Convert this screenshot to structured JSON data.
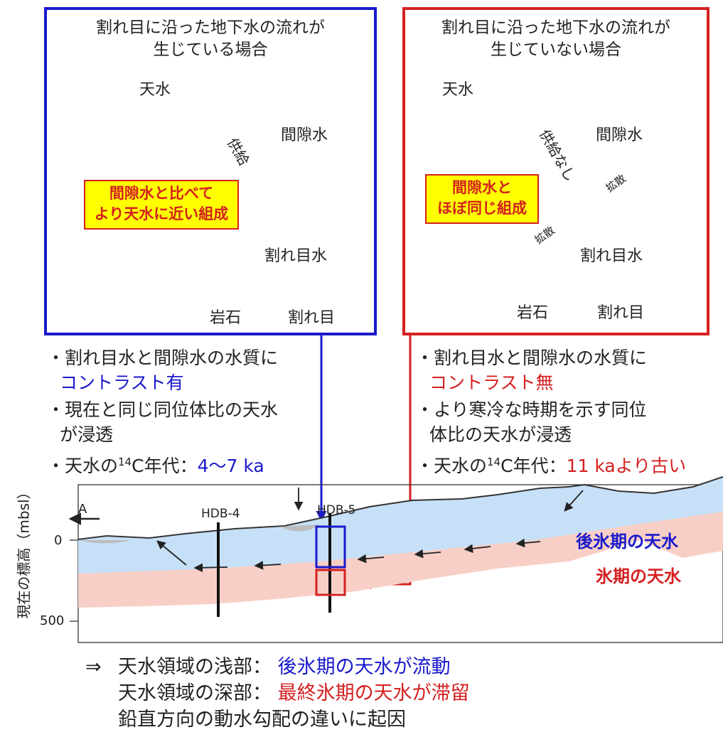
{
  "left_panel": {
    "title_line1": "割れ目に沿った地下水の流れが",
    "title_line2": "生じている場合",
    "meteoric_label": "天水",
    "supply_label": "供給",
    "pore_water_label": "間隙水",
    "callout_line1": "間隙水と比べて",
    "callout_line2": "より天水に近い組成",
    "fracture_water_label": "割れ目水",
    "rock_label": "岩石",
    "fracture_label": "割れ目"
  },
  "right_panel": {
    "title_line1": "割れ目に沿った地下水の流れが",
    "title_line2": "生じていない場合",
    "meteoric_label": "天水",
    "supply_label": "供給なし",
    "pore_water_label": "間隙水",
    "diffusion_label": "拡散",
    "callout_line1": "間隙水と",
    "callout_line2": "ほぼ同じ組成",
    "fracture_water_label": "割れ目水",
    "rock_label": "岩石",
    "fracture_label": "割れ目"
  },
  "left_bullets": {
    "b1_line1": "・割れ目水と間隙水の水質に",
    "b1_line2": "コントラスト有",
    "b2_line1": "・現在と同じ同位体比の天水",
    "b2_line2": "が浸透",
    "b3_prefix": "・天水の",
    "b3_sup": "14",
    "b3_mid": "C年代：",
    "b3_value": "4〜7 ka"
  },
  "right_bullets": {
    "b1_line1": "・割れ目水と間隙水の水質に",
    "b1_line2": "コントラスト無",
    "b2_line1": "・より寒冷な時期を示す同位",
    "b2_line2": "体比の天水が浸透",
    "b3_prefix": "・天水の",
    "b3_sup": "14",
    "b3_mid": "C年代：",
    "b3_value": "11 kaより古い"
  },
  "section": {
    "ylabel": "現在の標高（mbsl）",
    "tick_0": "0",
    "tick_500": "500",
    "direction_label": "A",
    "borehole_4": "HDB-4",
    "borehole_5": "HDB-5",
    "postglacial_label": "後氷期の天水",
    "glacial_label": "氷期の天水"
  },
  "conclusion": {
    "arrow": "⇒",
    "line1_prefix": "天水領域の浅部：",
    "line1_value": "後氷期の天水が流動",
    "line2_prefix": "天水領域の深部：",
    "line2_value": "最終氷期の天水が滞留",
    "line3": "鉛直方向の動水勾配の違いに起因"
  },
  "colors": {
    "blue": "#1a1acc",
    "red": "#d42020",
    "pore_water": "#1f5fa8",
    "fracture_water_light": "#d4e6f6",
    "rock": "#c9b49a",
    "postglacial_water": "#c6e0f7",
    "glacial_water": "#f8cfc6"
  }
}
